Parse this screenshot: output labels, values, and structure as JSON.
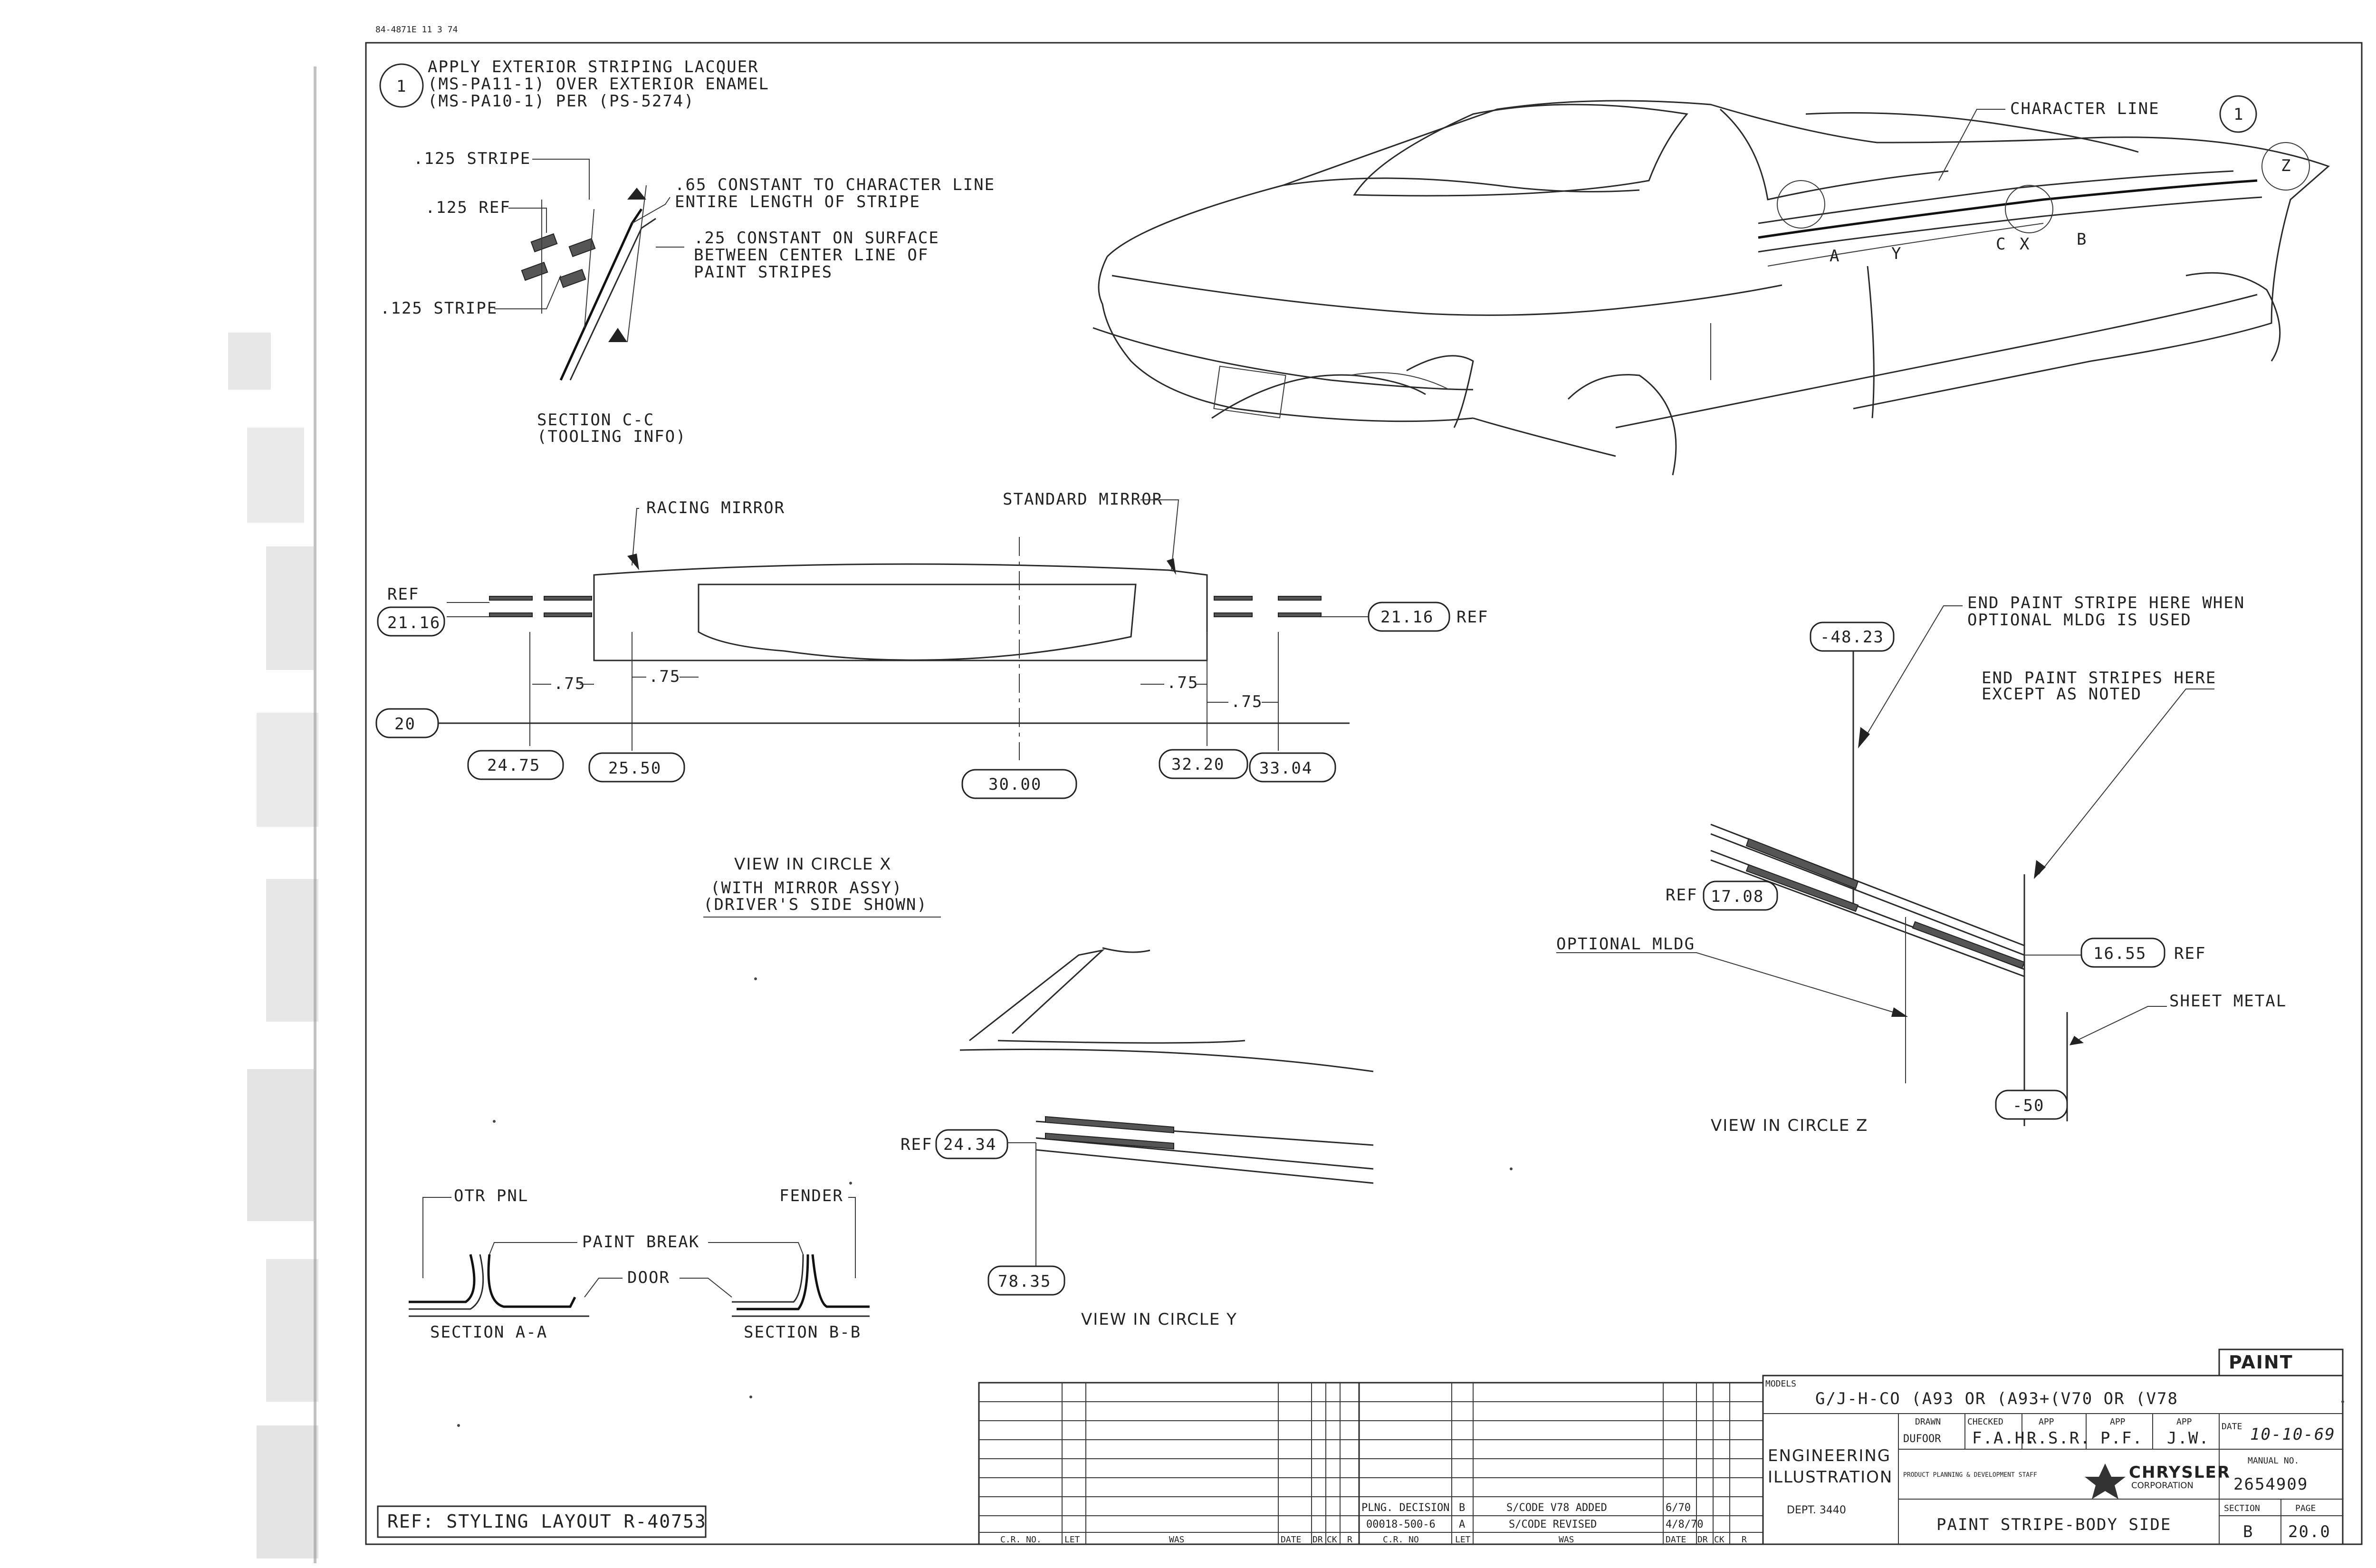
{
  "header_code": "84-4871E 11 3 74",
  "notes": {
    "callout": "1",
    "line1": "APPLY EXTERIOR STRIPING LACQUER",
    "line2": "(MS-PA11-1) OVER EXTERIOR ENAMEL",
    "line3": "(MS-PA10-1) PER (PS-5274)"
  },
  "section_cc": {
    "stripe_top": ".125 STRIPE",
    "ref": ".125 REF",
    "stripe_bottom": ".125 STRIPE",
    "constant_char": ".65 CONSTANT TO CHARACTER LINE",
    "constant_char2": "ENTIRE LENGTH OF STRIPE",
    "surface1": ".25 CONSTANT ON SURFACE",
    "surface2": "BETWEEN CENTER LINE OF",
    "surface3": "PAINT STRIPES",
    "title": "SECTION C-C",
    "subtitle": "(TOOLING INFO)"
  },
  "car": {
    "character_line": "CHARACTER LINE",
    "callout": "1",
    "zone_a": "A",
    "zone_b": "B",
    "zone_c": "C",
    "zone_x": "X",
    "zone_y": "Y",
    "zone_z": "Z"
  },
  "view_x": {
    "racing_mirror": "RACING MIRROR",
    "standard_mirror": "STANDARD MIRROR",
    "ref_left": "REF",
    "dim_left": "21.16",
    "dim_right": "21.16",
    "ref_right": "REF",
    "gap1": ".75",
    "gap2": ".75",
    "gap3": ".75",
    "gap4": ".75",
    "baseline": "20",
    "d1": "24.75",
    "d2": "25.50",
    "d3": "30.00",
    "d4": "32.20",
    "d5": "33.04",
    "title": "VIEW IN CIRCLE X",
    "sub1": "(WITH MIRROR ASSY)",
    "sub2": "(DRIVER'S SIDE SHOWN)"
  },
  "view_z": {
    "d_top": "-48.23",
    "end_opt1": "END PAINT STRIPE HERE WHEN",
    "end_opt2": "OPTIONAL MLDG IS USED",
    "end_std1": "END PAINT STRIPES HERE",
    "end_std2": "EXCEPT AS NOTED",
    "ref": "REF",
    "d_ref": "17.08",
    "optional": "OPTIONAL MLDG",
    "d_right": "16.55",
    "ref_right": "REF",
    "sheet_metal": "SHEET METAL",
    "d_bottom": "-50",
    "title": "VIEW IN CIRCLE Z"
  },
  "view_y": {
    "ref": "REF",
    "d_ref": "24.34",
    "d_bottom": "78.35",
    "title": "VIEW IN CIRCLE Y"
  },
  "sections_ab": {
    "otr_pnl": "OTR PNL",
    "fender": "FENDER",
    "paint_break": "PAINT BREAK",
    "door": "DOOR",
    "sec_a": "SECTION A-A",
    "sec_b": "SECTION B-B"
  },
  "ref_note": "REF: STYLING LAYOUT R-40753",
  "revision": {
    "headers": [
      "C.R. NO.",
      "LET",
      "WAS",
      "DATE",
      "DR",
      "CK",
      "R",
      "C.R. NO",
      "LET",
      "WAS",
      "DATE",
      "DR",
      "CK",
      "R"
    ],
    "rows": [
      [
        "PLNG. DECISION",
        "B",
        "S/CODE V78 ADDED",
        "6/70"
      ],
      [
        "00018-500-6",
        "A",
        "S/CODE REVISED",
        "4/8/70"
      ]
    ]
  },
  "title_block": {
    "paint": "PAINT",
    "models_label": "MODELS",
    "models": "G/J-H-CO (A93 OR (A93+(V70 OR (V78",
    "eng1": "ENGINEERING",
    "eng2": "ILLUSTRATION",
    "dept": "DEPT. 3440",
    "drawn_label": "DRAWN",
    "drawn": "DUFOOR",
    "checked_label": "CHECKED",
    "checked": "F.A.H.",
    "app1_label": "APP",
    "app1": "R.S.R.",
    "app2_label": "APP",
    "app2": "P.F.",
    "app3_label": "APP",
    "app3": "J.W.",
    "date_label": "DATE",
    "date": "10-10-69",
    "staff": "PRODUCT PLANNING & DEVELOPMENT STAFF",
    "company": "CHRYSLER",
    "corporation": "CORPORATION",
    "manual_label": "MANUAL NO.",
    "manual": "2654909",
    "description": "PAINT STRIPE-BODY SIDE",
    "section_label": "SECTION",
    "section": "B",
    "page_label": "PAGE",
    "page": "20.0"
  }
}
